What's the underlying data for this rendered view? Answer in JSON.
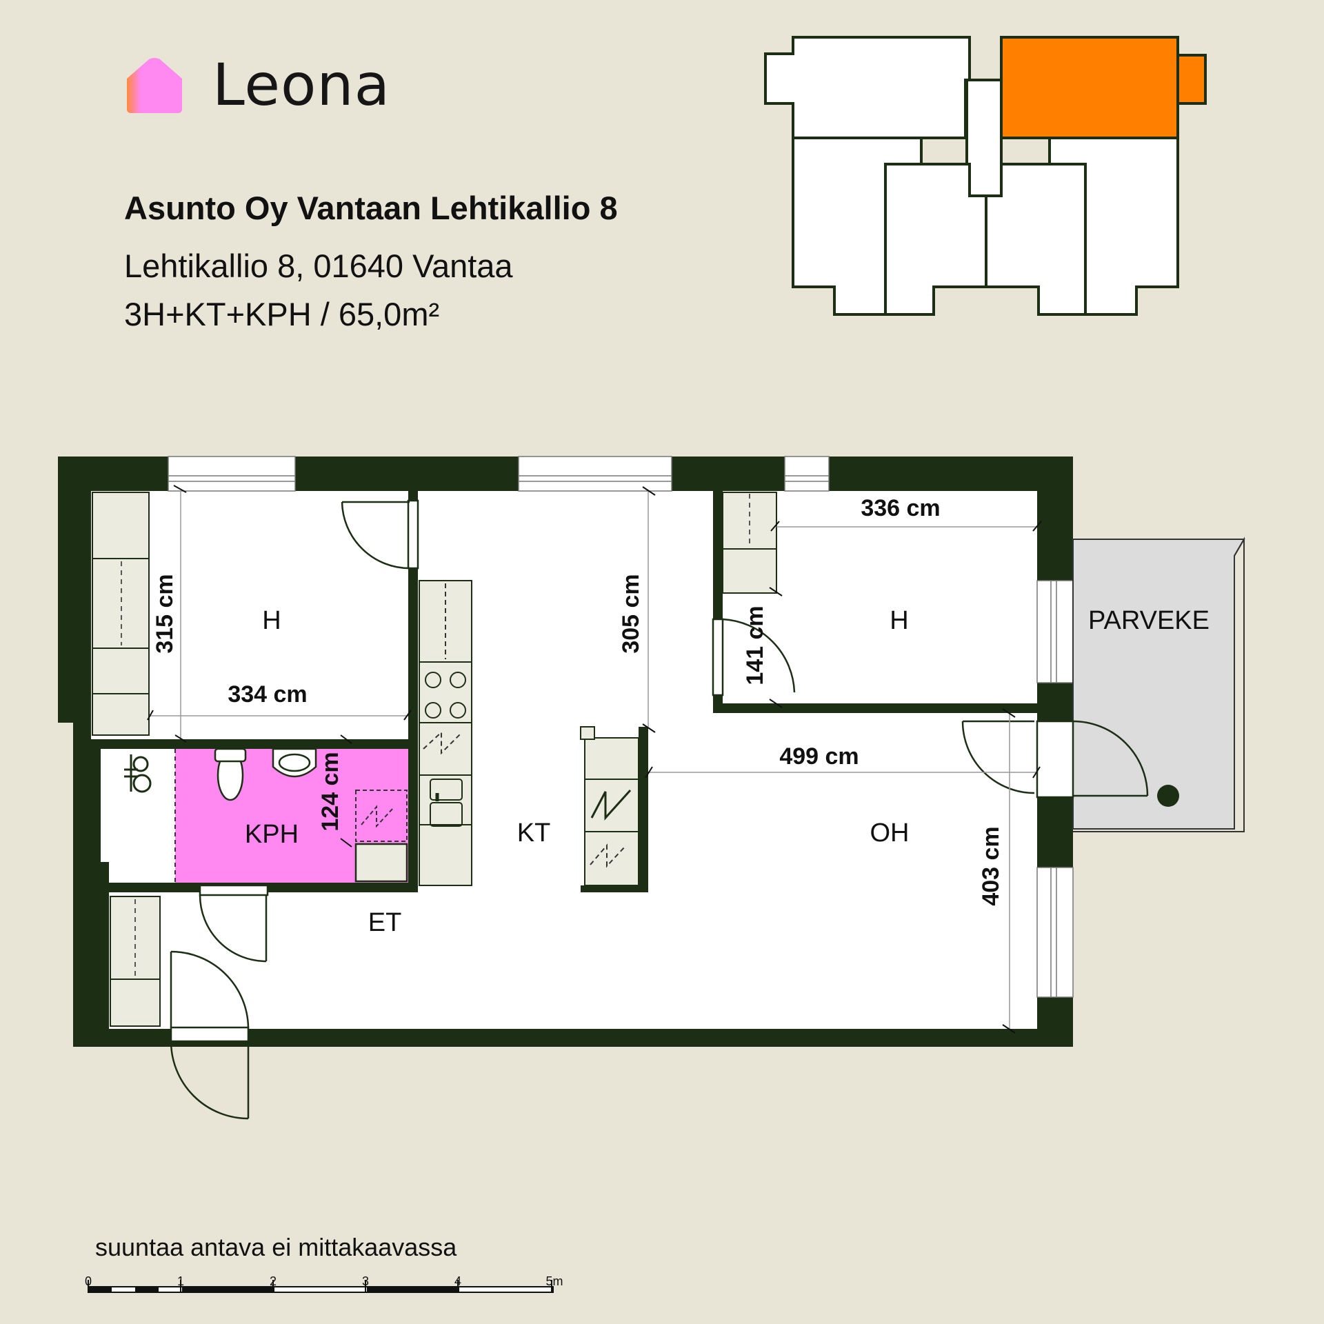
{
  "header": {
    "brand_name": "Leona",
    "project_title": "Asunto Oy Vantaan Lehtikallio 8",
    "address": "Lehtikallio 8, 01640 Vantaa",
    "apartment_type": "3H+KT+KPH / 65,0m²"
  },
  "rooms": {
    "bedroom_left": "H",
    "bedroom_right": "H",
    "balcony": "PARVEKE",
    "bathroom": "KPH",
    "kitchen": "KT",
    "living_room": "OH",
    "entrance": "ET"
  },
  "dimensions": {
    "d315": "315 cm",
    "d334": "334 cm",
    "d305": "305 cm",
    "d336": "336 cm",
    "d141": "141 cm",
    "d499": "499 cm",
    "d124": "124 cm",
    "d403": "403 cm"
  },
  "footer": {
    "note": "suuntaa antava ei mittakaavassa",
    "scale_labels": [
      "0",
      "1",
      "2",
      "3",
      "4",
      "5m"
    ]
  },
  "colors": {
    "background": "#e9e5d6",
    "wall": "#1c2e14",
    "highlight_unit": "#ff8000",
    "bathroom": "#ff88f1",
    "balcony": "#dcdcdc",
    "brand_pink": "#ff88f1",
    "brand_orange": "#ff8a3d"
  }
}
